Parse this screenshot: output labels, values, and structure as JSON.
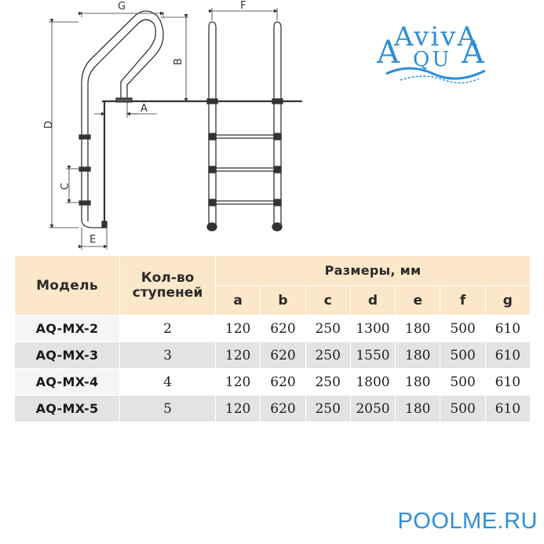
{
  "diagram": {
    "dim_labels": {
      "g": "G",
      "f": "F",
      "b": "B",
      "a": "A",
      "d": "D",
      "c": "C",
      "e": "E"
    }
  },
  "logo": {
    "text_top": "AvivA",
    "text_bottom": "QU",
    "text_left": "A",
    "text_right": "A"
  },
  "table": {
    "headers": {
      "model": "Модель",
      "steps_line1": "Кол-во",
      "steps_line2": "ступеней",
      "sizes": "Размеры, мм",
      "letters": [
        "a",
        "b",
        "c",
        "d",
        "e",
        "f",
        "g"
      ]
    },
    "rows": [
      {
        "model": "AQ-MX-2",
        "steps": "2",
        "values": [
          "120",
          "620",
          "250",
          "1300",
          "180",
          "500",
          "610"
        ]
      },
      {
        "model": "AQ-MX-3",
        "steps": "3",
        "values": [
          "120",
          "620",
          "250",
          "1550",
          "180",
          "500",
          "610"
        ]
      },
      {
        "model": "AQ-MX-4",
        "steps": "4",
        "values": [
          "120",
          "620",
          "250",
          "1800",
          "180",
          "500",
          "610"
        ]
      },
      {
        "model": "AQ-MX-5",
        "steps": "5",
        "values": [
          "120",
          "620",
          "250",
          "2050",
          "180",
          "500",
          "610"
        ]
      }
    ]
  },
  "site_url": "POOLME.RU",
  "colors": {
    "header_bg": "#fbe7c9",
    "row_alt_bg": "#e3e3e3",
    "url": "#2f8ed6",
    "logo": "#2f8ed6"
  }
}
